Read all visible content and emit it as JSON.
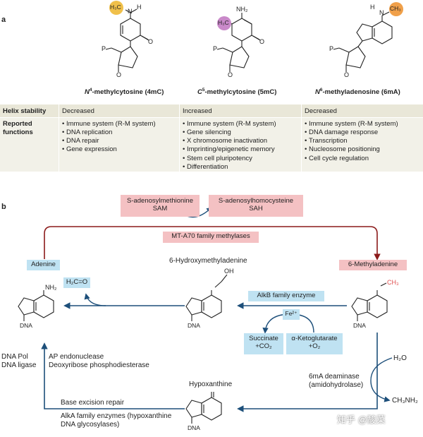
{
  "panel_a": {
    "label": "a",
    "nucleosides": [
      {
        "badge": "H₃C",
        "badge_color": "#f0c04a",
        "name_prefix": "N",
        "name_sup": "4",
        "name_rest": "-methylcytosine (4mC)"
      },
      {
        "badge": "H₃C",
        "badge_color": "#c989c9",
        "name_prefix": "C",
        "name_sup": "5",
        "name_rest": "-methylcytosine (5mC)"
      },
      {
        "badge": "CH₃",
        "badge_color": "#f0a04a",
        "name_prefix": "N",
        "name_sup": "6",
        "name_rest": "-methyladenosine (6mA)"
      }
    ],
    "atoms": {
      "P": "P",
      "O": "O",
      "N": "N",
      "H": "H",
      "NH2": "NH₂"
    },
    "table": {
      "header_bg": "#e9e7d8",
      "body_bg": "#f2f1e8",
      "row_headers": [
        "Helix stability",
        "Reported functions"
      ],
      "helix_stability": [
        "Decreased",
        "Increased",
        "Decreased"
      ],
      "functions": [
        [
          "Immune system (R-M system)",
          "DNA replication",
          "DNA repair",
          "Gene expression"
        ],
        [
          "Immune system (R-M system)",
          "Gene silencing",
          "X chromosome inactivation",
          "Imprinting/epigenetic memory",
          "Stem cell pluripotency",
          "Differentiation"
        ],
        [
          "Immune system (R-M system)",
          "DNA damage response",
          "Transcription",
          "Nucleosome positioning",
          "Cell cycle regulation"
        ]
      ]
    }
  },
  "panel_b": {
    "label": "b",
    "sam": [
      "S-adenosylmethionine",
      "SAM"
    ],
    "sah": [
      "S-adenosylhomocysteine",
      "SAH"
    ],
    "methylase": "MT-A70 family methylases",
    "adenine": "Adenine",
    "six_ma": "6-Methyladenine",
    "hydroxy": "6-Hydroxymethyladenine",
    "formaldehyde": "H₂C=O",
    "alkb": "AlkB family enzyme",
    "fe": "Fe²⁺",
    "succinate": [
      "Succinate",
      "+CO₂"
    ],
    "ketoglutarate": [
      "α-Ketoglutarate",
      "+O₂"
    ],
    "dna_pol": [
      "DNA Pol",
      "DNA ligase"
    ],
    "ap_endo": [
      "AP endonuclease",
      "Deoxyribose phosphodiesterase"
    ],
    "hypoxanthine": "Hypoxanthine",
    "deaminase": [
      "6mA deaminase",
      "(amidohydrolase)"
    ],
    "water": "H₂O",
    "methylamine": "CH₃NH₂",
    "ber": "Base excision repair",
    "alka": [
      "AlkA family enzymes (hypoxanthine",
      "DNA glycosylases)"
    ],
    "dna": "DNA",
    "nh2": "NH₂",
    "oh": "OH",
    "ch3": "CH₃",
    "colors": {
      "pink": "#f4c1c3",
      "blue": "#bfe2f2",
      "dark_red": "#8b1a1a",
      "navy": "#1d4f7a",
      "methyl_red": "#e05050"
    }
  },
  "watermark": "知乎 @酸菜"
}
